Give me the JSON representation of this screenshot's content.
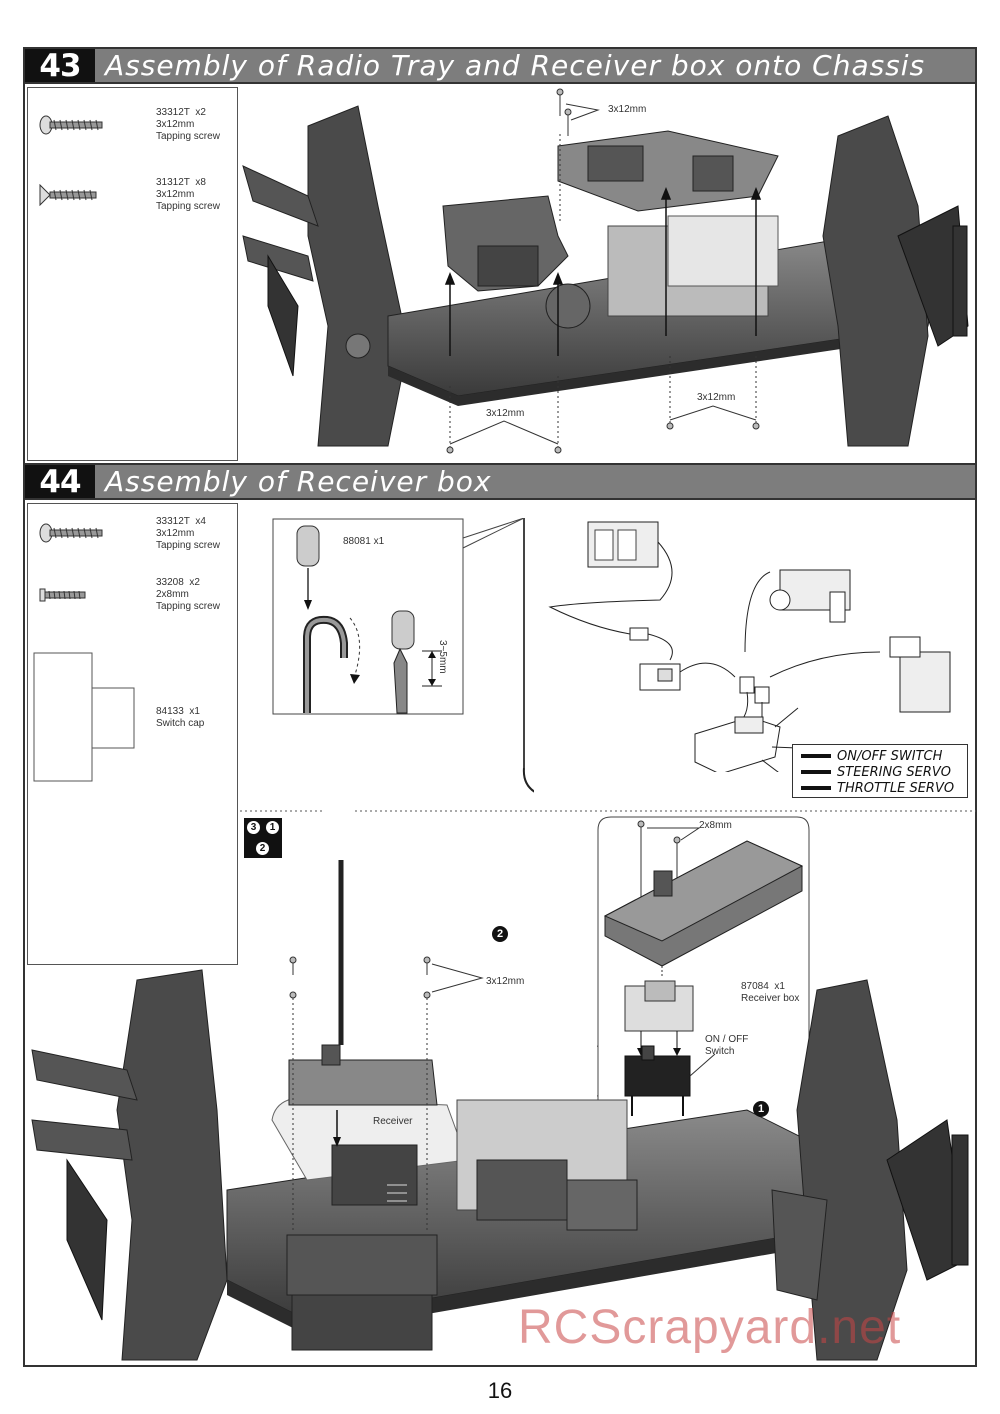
{
  "step43": {
    "number": "43",
    "title": "Assembly of Radio Tray and Receiver box onto Chassis",
    "parts": [
      {
        "code": "33312T",
        "qty": "x2",
        "size": "3x12mm",
        "name": "Tapping screw"
      },
      {
        "code": "31312T",
        "qty": "x8",
        "size": "3x12mm",
        "name": "Tapping screw"
      }
    ],
    "labels": {
      "top_screws": "3x12mm",
      "bottom_left": "3x12mm",
      "bottom_right": "3x12mm"
    }
  },
  "step44": {
    "number": "44",
    "title": "Assembly of Receiver box",
    "parts": [
      {
        "code": "33312T",
        "qty": "x4",
        "size": "3x12mm",
        "name": "Tapping screw"
      },
      {
        "code": "33208",
        "qty": "x2",
        "size": "2x8mm",
        "name": "Tapping screw"
      },
      {
        "code": "84133",
        "qty": "x1",
        "name": "Switch cap"
      }
    ],
    "antenna": {
      "part": "88081",
      "qty": "x1",
      "measure": "3~5mm"
    },
    "wiring": {
      "on_off": "ON/OFF SWITCH",
      "steering": "STEERING SERVO",
      "throttle": "THROTTLE SERVO"
    },
    "detail": {
      "screws": "2x8mm",
      "receiver_box_code": "87084",
      "receiver_box_qty": "x1",
      "receiver_box_name": "Receiver box",
      "switch_line1": "ON / OFF",
      "switch_line2": "Switch"
    },
    "main": {
      "screws": "3x12mm",
      "receiver": "Receiver"
    },
    "sequence": [
      "3",
      "1",
      "2"
    ],
    "callouts": [
      "2",
      "1"
    ]
  },
  "watermark": "RCScrapyard.net",
  "page_number": "16"
}
